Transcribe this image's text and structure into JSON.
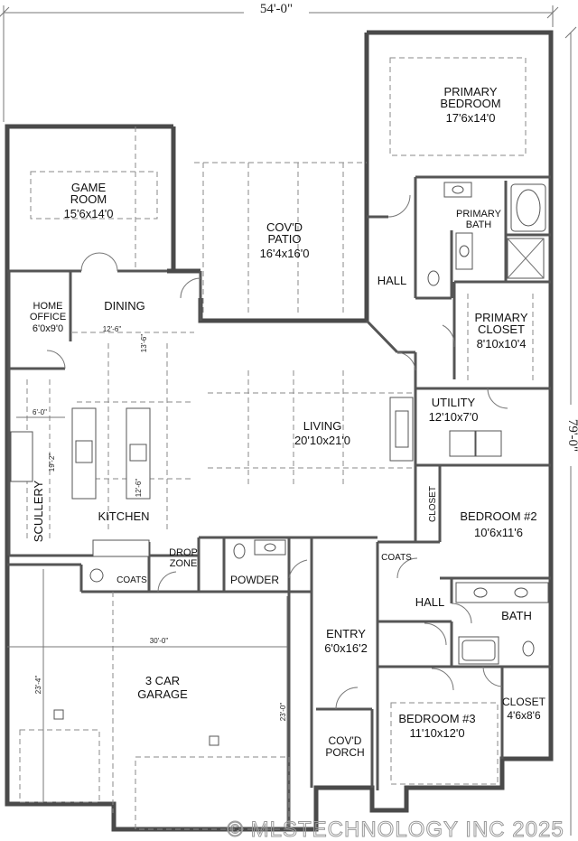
{
  "overall_width": "54'-0\"",
  "overall_depth": "79'-0\"",
  "rooms": {
    "primary_bedroom": {
      "name1": "PRIMARY",
      "name2": "BEDROOM",
      "size": "17'6x14'0"
    },
    "game_room": {
      "name1": "GAME",
      "name2": "ROOM",
      "size": "15'6x14'0"
    },
    "covd_patio": {
      "name1": "COV'D",
      "name2": "PATIO",
      "size": "16'4x16'0"
    },
    "primary_bath": {
      "name1": "PRIMARY",
      "name2": "BATH"
    },
    "hall_upper": {
      "name": "HALL"
    },
    "home_office": {
      "name1": "HOME",
      "name2": "OFFICE",
      "size": "6'0x9'0"
    },
    "dining": {
      "name": "DINING"
    },
    "primary_closet": {
      "name1": "PRIMARY",
      "name2": "CLOSET",
      "size": "8'10x10'4"
    },
    "living": {
      "name": "LIVING",
      "size": "20'10x21'0"
    },
    "utility": {
      "name": "UTILITY",
      "size": "12'10x7'0"
    },
    "kitchen": {
      "name": "KITCHEN"
    },
    "scullery": {
      "name": "SCULLERY"
    },
    "closet_vertical": {
      "name": "CLOSET"
    },
    "bedroom2": {
      "name": "BEDROOM #2",
      "size": "10'6x11'6"
    },
    "drop_zone": {
      "name1": "DROP",
      "name2": "ZONE"
    },
    "coats_left": {
      "name": "COATS"
    },
    "coats_right": {
      "name": "COATS"
    },
    "powder": {
      "name": "POWDER"
    },
    "hall_lower": {
      "name": "HALL"
    },
    "bath": {
      "name": "BATH"
    },
    "entry": {
      "name": "ENTRY",
      "size": "6'0x16'2"
    },
    "garage": {
      "name1": "3 CAR",
      "name2": "GARAGE"
    },
    "closet_small": {
      "name": "CLOSET",
      "size": "4'6x8'6"
    },
    "bedroom3": {
      "name": "BEDROOM #3",
      "size": "11'10x12'0"
    },
    "covd_porch": {
      "name1": "COV'D",
      "name2": "PORCH"
    }
  },
  "dimensions": {
    "dining_w": "12'-6\"",
    "dining_d": "13'-6\"",
    "scullery_w": "6'-0\"",
    "scullery_d": "19'-2\"",
    "island": "12'-6\"",
    "garage_w": "30'-0\"",
    "garage_d_left": "23'-4\"",
    "garage_d_right": "23'-0\""
  },
  "watermark": "© MLSTECHNOLOGY INC 2025"
}
